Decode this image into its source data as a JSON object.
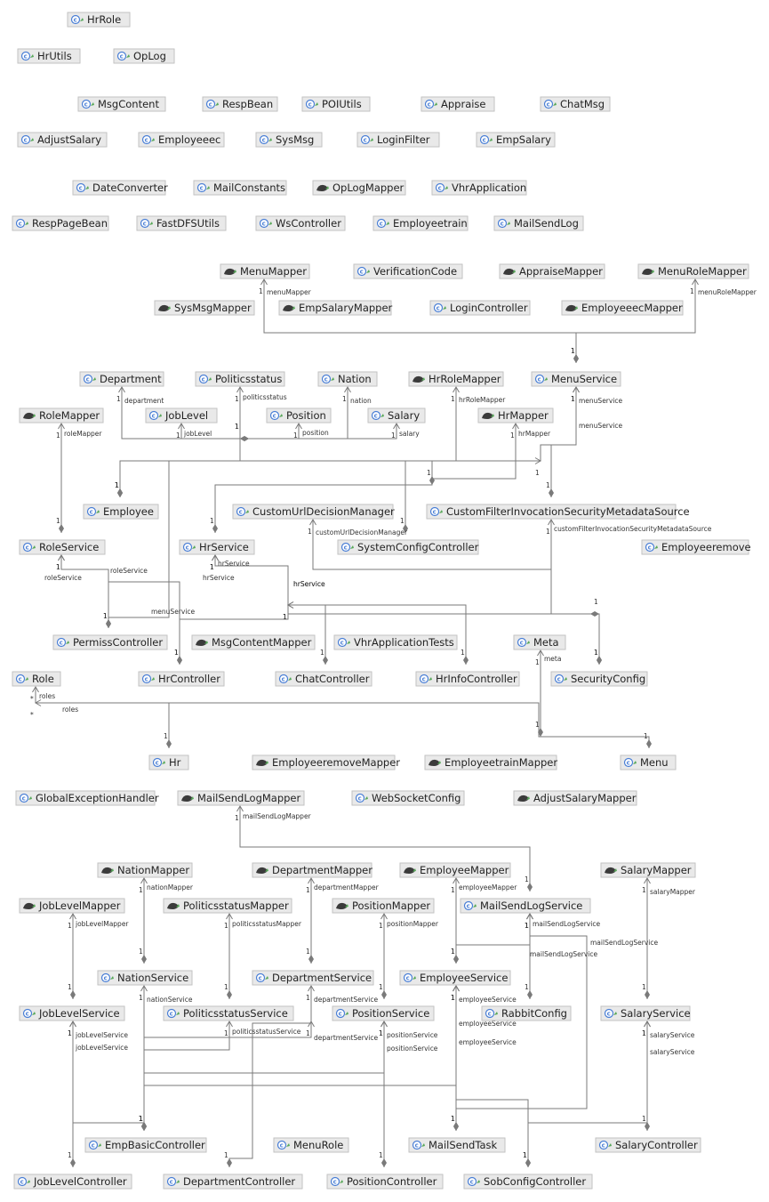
{
  "colors": {
    "box_fill": "#e9e9e9",
    "box_border": "#c2c2c2",
    "class_icon": "#4a7fd6",
    "edge": "#7a7a7a"
  },
  "icons": {
    "class": "class-icon",
    "mapper": "mapper-interface-icon"
  },
  "nodes": [
    {
      "name": "HrRole",
      "type": "class"
    },
    {
      "name": "HrUtils",
      "type": "class"
    },
    {
      "name": "OpLog",
      "type": "class"
    },
    {
      "name": "MsgContent",
      "type": "class"
    },
    {
      "name": "RespBean",
      "type": "class"
    },
    {
      "name": "POIUtils",
      "type": "class"
    },
    {
      "name": "Appraise",
      "type": "class"
    },
    {
      "name": "ChatMsg",
      "type": "class"
    },
    {
      "name": "AdjustSalary",
      "type": "class"
    },
    {
      "name": "Employeeec",
      "type": "class"
    },
    {
      "name": "SysMsg",
      "type": "class"
    },
    {
      "name": "LoginFilter",
      "type": "class"
    },
    {
      "name": "EmpSalary",
      "type": "class"
    },
    {
      "name": "DateConverter",
      "type": "class"
    },
    {
      "name": "MailConstants",
      "type": "class"
    },
    {
      "name": "OpLogMapper",
      "type": "mapper"
    },
    {
      "name": "VhrApplication",
      "type": "class"
    },
    {
      "name": "RespPageBean",
      "type": "class"
    },
    {
      "name": "FastDFSUtils",
      "type": "class"
    },
    {
      "name": "WsController",
      "type": "class"
    },
    {
      "name": "Employeetrain",
      "type": "class"
    },
    {
      "name": "MailSendLog",
      "type": "class"
    },
    {
      "name": "MenuMapper",
      "type": "mapper"
    },
    {
      "name": "VerificationCode",
      "type": "class"
    },
    {
      "name": "AppraiseMapper",
      "type": "mapper"
    },
    {
      "name": "MenuRoleMapper",
      "type": "mapper"
    },
    {
      "name": "SysMsgMapper",
      "type": "mapper"
    },
    {
      "name": "EmpSalaryMapper",
      "type": "mapper"
    },
    {
      "name": "LoginController",
      "type": "class"
    },
    {
      "name": "EmployeeecMapper",
      "type": "mapper"
    },
    {
      "name": "Department",
      "type": "class"
    },
    {
      "name": "Politicsstatus",
      "type": "class"
    },
    {
      "name": "Nation",
      "type": "class"
    },
    {
      "name": "HrRoleMapper",
      "type": "mapper"
    },
    {
      "name": "MenuService",
      "type": "class"
    },
    {
      "name": "RoleMapper",
      "type": "mapper"
    },
    {
      "name": "JobLevel",
      "type": "class"
    },
    {
      "name": "Position",
      "type": "class"
    },
    {
      "name": "Salary",
      "type": "class"
    },
    {
      "name": "HrMapper",
      "type": "mapper"
    },
    {
      "name": "Employee",
      "type": "class"
    },
    {
      "name": "CustomUrlDecisionManager",
      "type": "class"
    },
    {
      "name": "CustomFilterInvocationSecurityMetadataSource",
      "type": "class"
    },
    {
      "name": "RoleService",
      "type": "class"
    },
    {
      "name": "HrService",
      "type": "class"
    },
    {
      "name": "SystemConfigController",
      "type": "class"
    },
    {
      "name": "Employeeremove",
      "type": "class"
    },
    {
      "name": "PermissController",
      "type": "class"
    },
    {
      "name": "MsgContentMapper",
      "type": "mapper"
    },
    {
      "name": "VhrApplicationTests",
      "type": "class"
    },
    {
      "name": "Meta",
      "type": "class"
    },
    {
      "name": "Role",
      "type": "class"
    },
    {
      "name": "HrController",
      "type": "class"
    },
    {
      "name": "ChatController",
      "type": "class"
    },
    {
      "name": "HrInfoController",
      "type": "class"
    },
    {
      "name": "SecurityConfig",
      "type": "class"
    },
    {
      "name": "Hr",
      "type": "class"
    },
    {
      "name": "EmployeeremoveMapper",
      "type": "mapper"
    },
    {
      "name": "EmployeetrainMapper",
      "type": "mapper"
    },
    {
      "name": "Menu",
      "type": "class"
    },
    {
      "name": "GlobalExceptionHandler",
      "type": "class"
    },
    {
      "name": "MailSendLogMapper",
      "type": "mapper"
    },
    {
      "name": "WebSocketConfig",
      "type": "class"
    },
    {
      "name": "AdjustSalaryMapper",
      "type": "mapper"
    },
    {
      "name": "NationMapper",
      "type": "mapper"
    },
    {
      "name": "DepartmentMapper",
      "type": "mapper"
    },
    {
      "name": "EmployeeMapper",
      "type": "mapper"
    },
    {
      "name": "SalaryMapper",
      "type": "mapper"
    },
    {
      "name": "JobLevelMapper",
      "type": "mapper"
    },
    {
      "name": "PoliticsstatusMapper",
      "type": "mapper"
    },
    {
      "name": "PositionMapper",
      "type": "mapper"
    },
    {
      "name": "MailSendLogService",
      "type": "class"
    },
    {
      "name": "NationService",
      "type": "class"
    },
    {
      "name": "DepartmentService",
      "type": "class"
    },
    {
      "name": "EmployeeService",
      "type": "class"
    },
    {
      "name": "JobLevelService",
      "type": "class"
    },
    {
      "name": "PoliticsstatusService",
      "type": "class"
    },
    {
      "name": "PositionService",
      "type": "class"
    },
    {
      "name": "RabbitConfig",
      "type": "class"
    },
    {
      "name": "SalaryService",
      "type": "class"
    },
    {
      "name": "EmpBasicController",
      "type": "class"
    },
    {
      "name": "MenuRole",
      "type": "class"
    },
    {
      "name": "MailSendTask",
      "type": "class"
    },
    {
      "name": "SalaryController",
      "type": "class"
    },
    {
      "name": "JobLevelController",
      "type": "class"
    },
    {
      "name": "DepartmentController",
      "type": "class"
    },
    {
      "name": "PositionController",
      "type": "class"
    },
    {
      "name": "SobConfigController",
      "type": "class"
    }
  ],
  "edges": [
    {
      "from": "MenuService",
      "to": "MenuMapper",
      "label": "menuMapper",
      "multiplicity": "1"
    },
    {
      "from": "MenuService",
      "to": "MenuRoleMapper",
      "label": "menuRoleMapper",
      "multiplicity": "1"
    },
    {
      "from": "Employee",
      "to": "Department",
      "label": "department",
      "multiplicity": "1"
    },
    {
      "from": "Employee",
      "to": "Politicsstatus",
      "label": "politicsstatus",
      "multiplicity": "1"
    },
    {
      "from": "Employee",
      "to": "Nation",
      "label": "nation",
      "multiplicity": "1"
    },
    {
      "from": "Employee",
      "to": "JobLevel",
      "label": "jobLevel",
      "multiplicity": "1"
    },
    {
      "from": "Employee",
      "to": "Position",
      "label": "position",
      "multiplicity": "1"
    },
    {
      "from": "Employee",
      "to": "Salary",
      "label": "salary",
      "multiplicity": "1"
    },
    {
      "from": "RoleService",
      "to": "RoleMapper",
      "label": "roleMapper",
      "multiplicity": "1"
    },
    {
      "from": "SystemConfigController",
      "to": "MenuService",
      "label": "menuService",
      "multiplicity": "1"
    },
    {
      "from": "CustomFilterInvocationSecurityMetadataSource",
      "to": "MenuService",
      "label": "menuService",
      "multiplicity": "1"
    },
    {
      "from": "HrService",
      "to": "HrRoleMapper",
      "label": "hrRoleMapper",
      "multiplicity": "1"
    },
    {
      "from": "HrService",
      "to": "HrMapper",
      "label": "hrMapper",
      "multiplicity": "1"
    },
    {
      "from": "PermissController",
      "to": "RoleService",
      "label": "roleService",
      "multiplicity": "1"
    },
    {
      "from": "PermissController",
      "to": "MenuService",
      "label": "menuService",
      "multiplicity": "1"
    },
    {
      "from": "SecurityConfig",
      "to": "CustomUrlDecisionManager",
      "label": "customUrlDecisionManager",
      "multiplicity": "1"
    },
    {
      "from": "SecurityConfig",
      "to": "CustomFilterInvocationSecurityMetadataSource",
      "label": "customFilterInvocationSecurityMetadataSource",
      "multiplicity": "1"
    },
    {
      "from": "SecurityConfig",
      "to": "HrService",
      "label": "hrService",
      "multiplicity": "1"
    },
    {
      "from": "HrController",
      "to": "HrService",
      "label": "hrService",
      "multiplicity": "1"
    },
    {
      "from": "HrController",
      "to": "RoleService",
      "label": "roleService",
      "multiplicity": "1"
    },
    {
      "from": "ChatController",
      "to": "HrService",
      "label": "hrService",
      "multiplicity": "1"
    },
    {
      "from": "HrInfoController",
      "to": "HrService",
      "label": "hrService",
      "multiplicity": "1"
    },
    {
      "from": "Hr",
      "to": "Role",
      "label": "roles",
      "multiplicity": "*"
    },
    {
      "from": "Menu",
      "to": "Role",
      "label": "roles",
      "multiplicity": "*"
    },
    {
      "from": "Menu",
      "to": "Meta",
      "label": "meta",
      "multiplicity": "1"
    },
    {
      "from": "MailSendLogService",
      "to": "MailSendLogMapper",
      "label": "mailSendLogMapper",
      "multiplicity": "1"
    },
    {
      "from": "NationService",
      "to": "NationMapper",
      "label": "nationMapper",
      "multiplicity": "1"
    },
    {
      "from": "DepartmentService",
      "to": "DepartmentMapper",
      "label": "departmentMapper",
      "multiplicity": "1"
    },
    {
      "from": "EmployeeService",
      "to": "EmployeeMapper",
      "label": "employeeMapper",
      "multiplicity": "1"
    },
    {
      "from": "SalaryService",
      "to": "SalaryMapper",
      "label": "salaryMapper",
      "multiplicity": "1"
    },
    {
      "from": "JobLevelService",
      "to": "JobLevelMapper",
      "label": "jobLevelMapper",
      "multiplicity": "1"
    },
    {
      "from": "PoliticsstatusService",
      "to": "PoliticsstatusMapper",
      "label": "politicsstatusMapper",
      "multiplicity": "1"
    },
    {
      "from": "PositionService",
      "to": "PositionMapper",
      "label": "positionMapper",
      "multiplicity": "1"
    },
    {
      "from": "EmployeeService",
      "to": "MailSendLogService",
      "label": "mailSendLogService",
      "multiplicity": "1"
    },
    {
      "from": "RabbitConfig",
      "to": "MailSendLogService",
      "label": "mailSendLogService",
      "multiplicity": "1"
    },
    {
      "from": "MailSendTask",
      "to": "MailSendLogService",
      "label": "mailSendLogService",
      "multiplicity": "1"
    },
    {
      "from": "EmpBasicController",
      "to": "NationService",
      "label": "nationService",
      "multiplicity": "1"
    },
    {
      "from": "EmpBasicController",
      "to": "DepartmentService",
      "label": "departmentService",
      "multiplicity": "1"
    },
    {
      "from": "EmpBasicController",
      "to": "EmployeeService",
      "label": "employeeService",
      "multiplicity": "1"
    },
    {
      "from": "EmpBasicController",
      "to": "JobLevelService",
      "label": "jobLevelService",
      "multiplicity": "1"
    },
    {
      "from": "EmpBasicController",
      "to": "PoliticsstatusService",
      "label": "politicsstatusService",
      "multiplicity": "1"
    },
    {
      "from": "EmpBasicController",
      "to": "PositionService",
      "label": "positionService",
      "multiplicity": "1"
    },
    {
      "from": "MailSendTask",
      "to": "EmployeeService",
      "label": "employeeService",
      "multiplicity": "1"
    },
    {
      "from": "SalaryController",
      "to": "SalaryService",
      "label": "salaryService",
      "multiplicity": "1"
    },
    {
      "from": "SobConfigController",
      "to": "SalaryService",
      "label": "salaryService",
      "multiplicity": "1"
    },
    {
      "from": "SobConfigController",
      "to": "EmployeeService",
      "label": "employeeService",
      "multiplicity": "1"
    },
    {
      "from": "JobLevelController",
      "to": "JobLevelService",
      "label": "jobLevelService",
      "multiplicity": "1"
    },
    {
      "from": "DepartmentController",
      "to": "DepartmentService",
      "label": "departmentService",
      "multiplicity": "1"
    },
    {
      "from": "PositionController",
      "to": "PositionService",
      "label": "positionService",
      "multiplicity": "1"
    }
  ]
}
